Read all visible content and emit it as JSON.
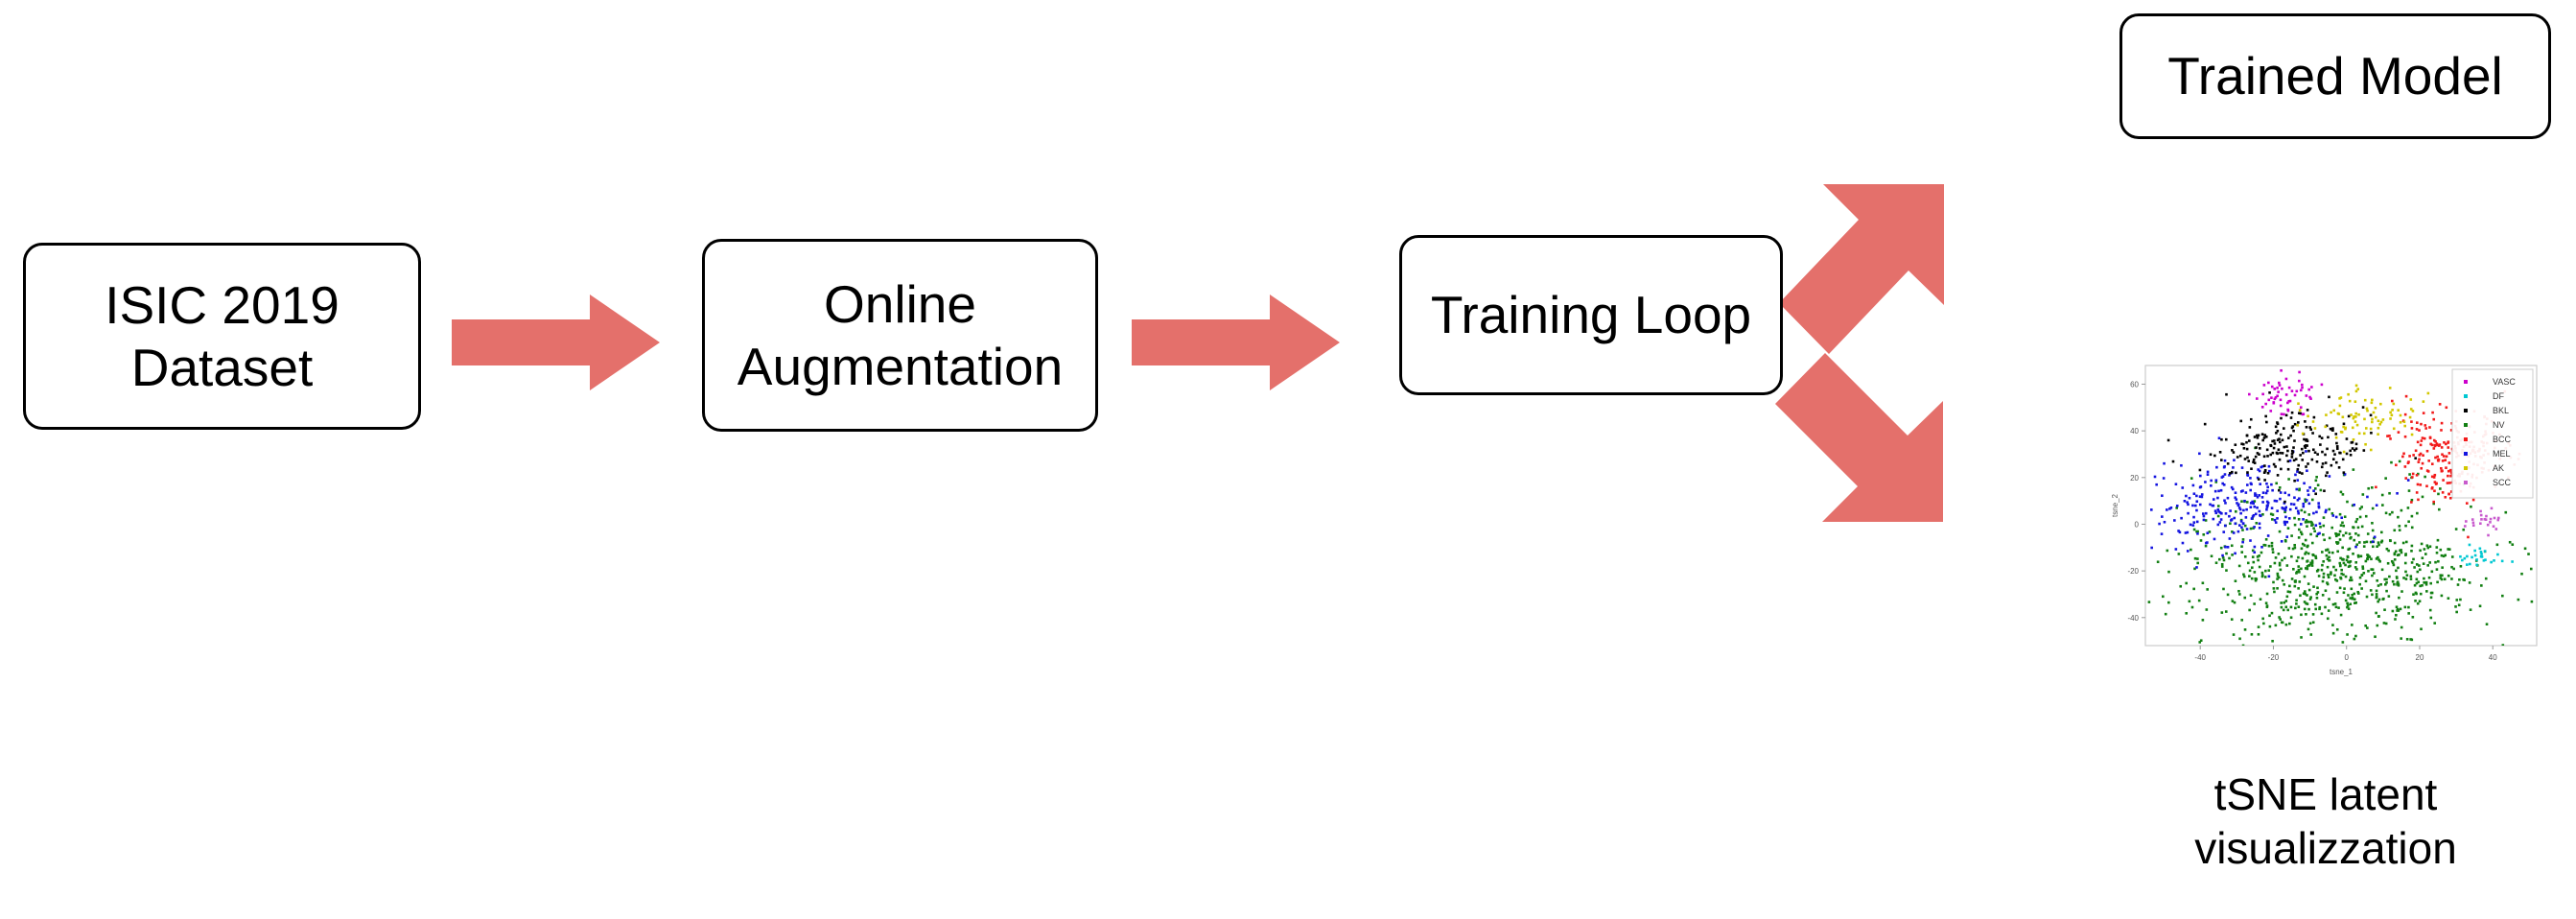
{
  "diagram": {
    "title": "Training pipeline flow diagram",
    "accent_color": "#E4706B",
    "node_border_color": "#000000",
    "background_color": "#FFFFFF",
    "nodes": [
      {
        "id": "dataset",
        "label": "ISIC 2019\nDataset",
        "shape": "rounded-rectangle"
      },
      {
        "id": "augment",
        "label": "Online\nAugmentation",
        "shape": "rounded-rectangle"
      },
      {
        "id": "training",
        "label": "Training Loop",
        "shape": "rounded-rectangle"
      },
      {
        "id": "trained",
        "label": "Trained Model",
        "shape": "rounded-rectangle"
      }
    ],
    "edges": [
      {
        "from": "dataset",
        "to": "augment",
        "style": "block-arrow",
        "direction": "right"
      },
      {
        "from": "augment",
        "to": "training",
        "style": "block-arrow",
        "direction": "right"
      },
      {
        "from": "training",
        "to": "trained",
        "style": "block-arrow",
        "direction": "up-right"
      },
      {
        "from": "training",
        "to": "tsne",
        "style": "block-arrow",
        "direction": "down-right"
      }
    ],
    "caption": "tSNE latent\nvisualizzation"
  },
  "chart_data": {
    "type": "scatter",
    "title": "",
    "xlabel": "tsne_1",
    "ylabel": "tsne_2",
    "xlim": [
      -55,
      52
    ],
    "ylim": [
      -52,
      68
    ],
    "xticks": [
      -40,
      -20,
      0,
      20,
      40
    ],
    "xticklabels": [
      "-40",
      "-20",
      "0",
      "20",
      "40"
    ],
    "yticks": [
      60,
      40,
      20,
      0,
      -20,
      -40
    ],
    "yticklabels": [
      "60",
      "40",
      "20",
      "0",
      "-20",
      "-40"
    ],
    "grid": false,
    "legend_position": "upper right",
    "legend": [
      {
        "label": "VASC",
        "color": "#CC00CC"
      },
      {
        "label": "DF",
        "color": "#00C8D2"
      },
      {
        "label": "BKL",
        "color": "#000000"
      },
      {
        "label": "NV",
        "color": "#127F12"
      },
      {
        "label": "BCC",
        "color": "#F21B1B"
      },
      {
        "label": "MEL",
        "color": "#1414E0"
      },
      {
        "label": "AK",
        "color": "#D2C800"
      },
      {
        "label": "SCC",
        "color": "#C85ACD"
      }
    ],
    "series": [
      {
        "name": "NV",
        "color": "#127F12",
        "n_points": 1400,
        "cluster_center": [
          -2,
          -18
        ],
        "cluster_spread": [
          20,
          17
        ]
      },
      {
        "name": "MEL",
        "color": "#1414E0",
        "n_points": 520,
        "cluster_center": [
          -27,
          8
        ],
        "cluster_spread": [
          14,
          10
        ]
      },
      {
        "name": "BKL",
        "color": "#000000",
        "n_points": 380,
        "cluster_center": [
          -16,
          33
        ],
        "cluster_spread": [
          11,
          7
        ]
      },
      {
        "name": "BCC",
        "color": "#F21B1B",
        "n_points": 430,
        "cluster_center": [
          28,
          30
        ],
        "cluster_spread": [
          8,
          10
        ]
      },
      {
        "name": "AK",
        "color": "#D2C800",
        "n_points": 150,
        "cluster_center": [
          4,
          48
        ],
        "cluster_spread": [
          8,
          6
        ]
      },
      {
        "name": "VASC",
        "color": "#CC00CC",
        "n_points": 95,
        "cluster_center": [
          -16,
          56
        ],
        "cluster_spread": [
          5,
          4
        ]
      },
      {
        "name": "SCC",
        "color": "#C85ACD",
        "n_points": 40,
        "cluster_center": [
          38,
          2
        ],
        "cluster_spread": [
          3,
          3
        ]
      },
      {
        "name": "DF",
        "color": "#00C8D2",
        "n_points": 45,
        "cluster_center": [
          36,
          -14
        ],
        "cluster_spread": [
          3,
          2
        ]
      }
    ]
  }
}
